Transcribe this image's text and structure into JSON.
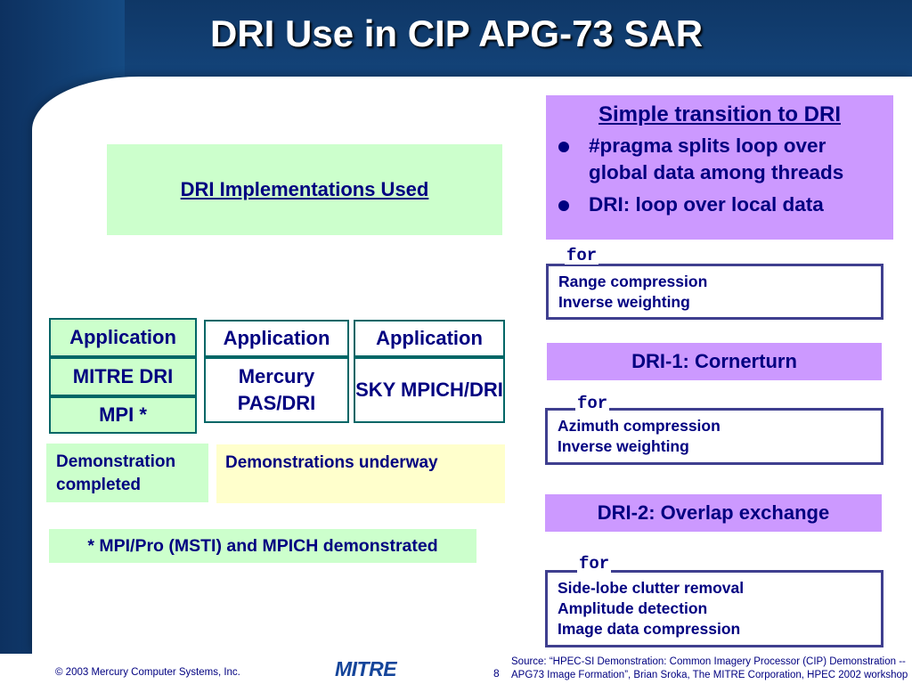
{
  "title": "DRI Use in CIP APG-73 SAR",
  "implementations_heading": "DRI Implementations Used",
  "stacks": [
    {
      "app": "Application",
      "impl": "MITRE DRI",
      "lower": "MPI *"
    },
    {
      "app": "Application",
      "impl": "Mercury PAS/DRI"
    },
    {
      "app": "Application",
      "impl": "SKY MPICH/DRI"
    }
  ],
  "status": {
    "completed": "Demonstration completed",
    "underway": "Demonstrations underway"
  },
  "footnote": "* MPI/Pro (MSTI) and MPICH demonstrated",
  "transition": {
    "title": "Simple transition to DRI",
    "bullets": [
      "#pragma splits loop over global data among threads",
      "DRI: loop over local data"
    ]
  },
  "loops": [
    {
      "keyword": "for",
      "lines": [
        "Range compression",
        "Inverse weighting"
      ]
    },
    {
      "keyword": "for",
      "lines": [
        "Azimuth compression",
        "Inverse weighting"
      ]
    },
    {
      "keyword": "for",
      "lines": [
        "Side-lobe clutter removal",
        "Amplitude detection",
        "Image data compression"
      ]
    }
  ],
  "stages": [
    "DRI-1: Cornerturn",
    "DRI-2: Overlap exchange"
  ],
  "footer": {
    "copyright": "© 2003 Mercury Computer Systems, Inc.",
    "logo_text": "MITRE",
    "page_number": "8",
    "source": "Source: “HPEC-SI Demonstration: Common Imagery Processor (CIP) Demonstration -- APG73 Image Formation”, Brian Sroka, The MITRE Corporation, HPEC 2002 workshop"
  }
}
